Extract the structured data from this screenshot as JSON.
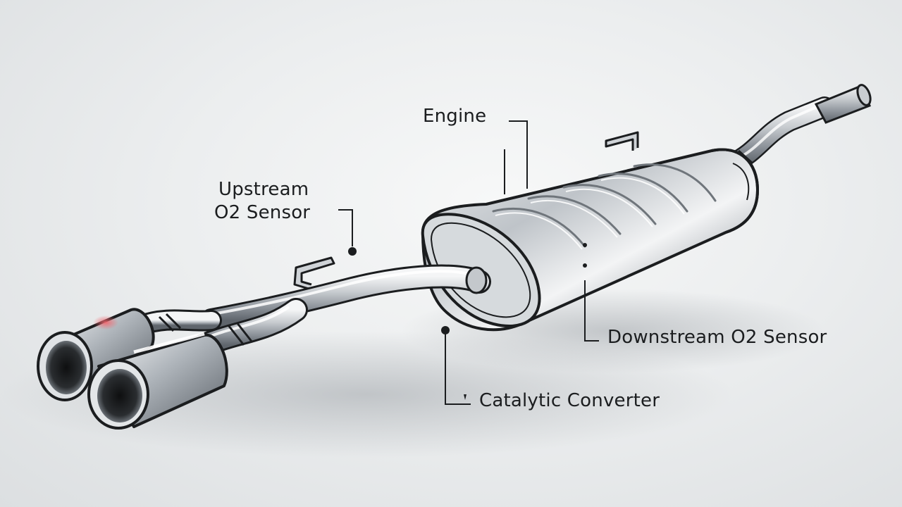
{
  "labels": {
    "engine": "Engine",
    "upstream_line1": "Upstream",
    "upstream_line2": "O2 Sensor",
    "downstream": "Downstream O2 Sensor",
    "catalytic": "Catalytic Converter"
  },
  "colors": {
    "background": "#eceeef",
    "outline": "#1b1d1f",
    "steel": "#b9bec4",
    "highlight": "#ffffff",
    "red_glint": "#f2646c"
  }
}
